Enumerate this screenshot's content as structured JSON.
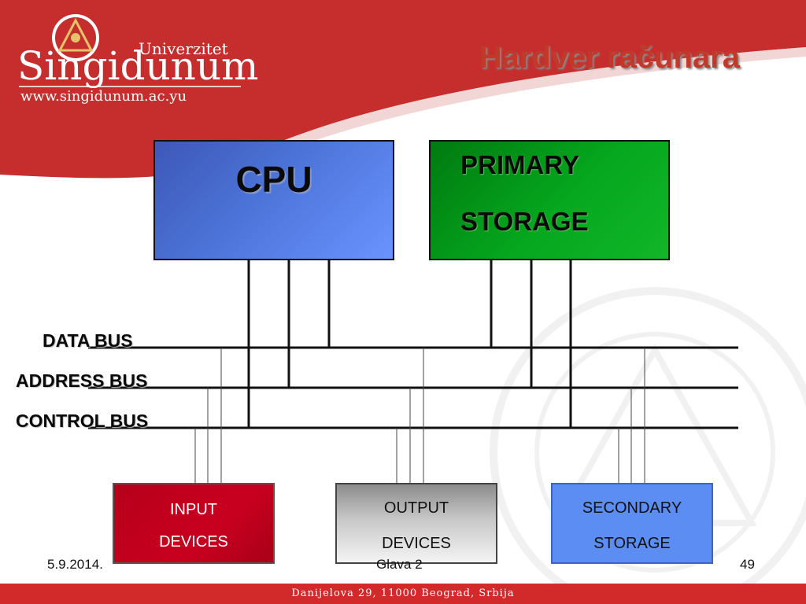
{
  "header": {
    "logo_word": "Singidunum",
    "logo_univ": "Univerzitet",
    "logo_url": "www.singidunum.ac.yu",
    "title": "Hardver računara"
  },
  "diagram": {
    "cpu": {
      "label": "CPU"
    },
    "primary_storage": {
      "line1": "PRIMARY",
      "line2": "STORAGE"
    },
    "buses": {
      "data": "DATA BUS",
      "address": "ADDRESS BUS",
      "control": "CONTROL BUS"
    },
    "input": {
      "line1": "INPUT",
      "line2": "DEVICES"
    },
    "output": {
      "line1": "OUTPUT",
      "line2": "DEVICES"
    },
    "secondary": {
      "line1": "SECONDARY",
      "line2": "STORAGE"
    }
  },
  "footer": {
    "date": "5.9.2014.",
    "chapter": "Glava 2",
    "page": "49",
    "address": "Danijelova 29, 11000 Beograd, Srbija"
  },
  "colors": {
    "brand_red": "#c0392b",
    "cpu_blue": "#4c74d8",
    "storage_green": "#05a81e",
    "input_red": "#c9001f",
    "secondary_blue": "#5b8df2"
  }
}
